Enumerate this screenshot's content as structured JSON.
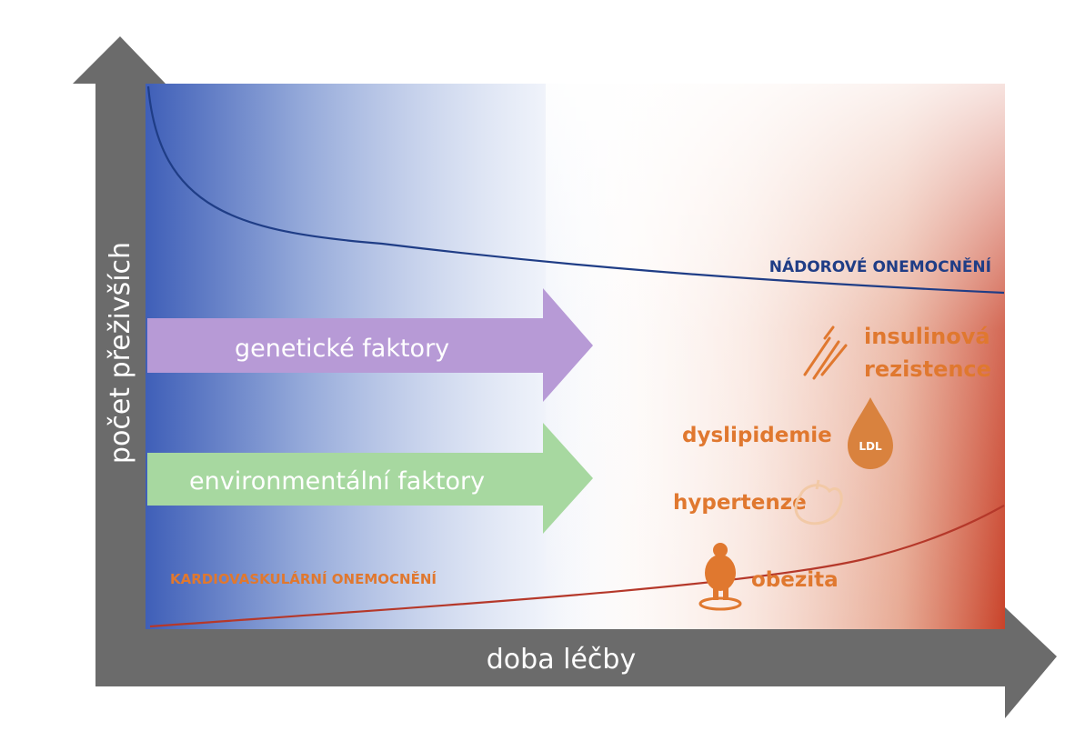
{
  "axes": {
    "y_label": "počet přeživších",
    "x_label": "doba léčby"
  },
  "curves": {
    "top_label": "NÁDOROVÉ ONEMOCNĚNÍ",
    "bottom_label": "KARDIOVASKULÁRNÍ ONEMOCNĚNÍ"
  },
  "arrows": {
    "genetic": "genetické faktory",
    "environmental": "environmentální faktory"
  },
  "risk_factors": {
    "insulin_line1": "insulinová",
    "insulin_line2": "rezistence",
    "dyslipidemia": "dyslipidemie",
    "ldl": "LDL",
    "hypertension": "hypertenze",
    "obesity": "obezita"
  },
  "colors": {
    "axis_gray": "#6b6b6b",
    "blue": "#2f50a6",
    "red": "#c8452a",
    "orange": "#e0782f",
    "purple": "#b79ad6",
    "green": "#a7d8a0",
    "curve_blue": "#1f3d86",
    "curve_red": "#b5382a"
  }
}
